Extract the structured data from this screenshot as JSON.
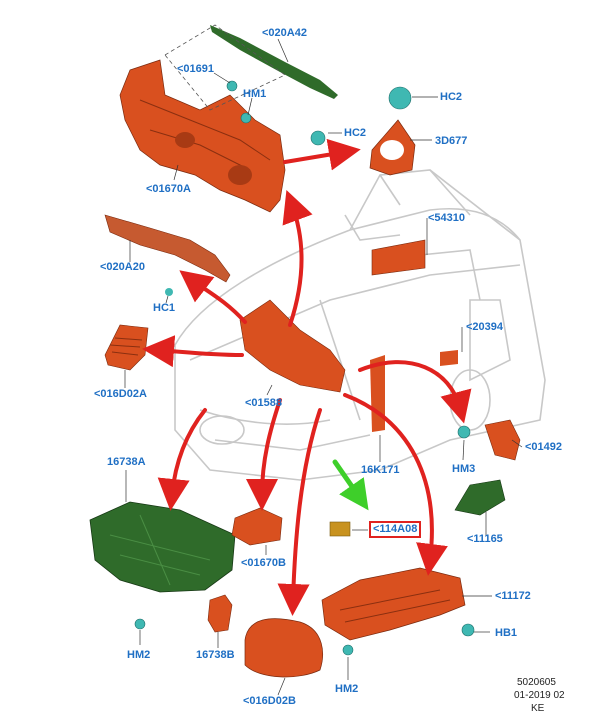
{
  "diagram": {
    "callouts": {
      "c020A42": "<020A42",
      "c01691": "<01691",
      "hm1": "HM1",
      "hc2_top": "HC2",
      "hc2_mid": "HC2",
      "c3D677": "3D677",
      "c01670A": "<01670A",
      "c54310": "<54310",
      "c020A20": "<020A20",
      "hc1": "HC1",
      "c20394": "<20394",
      "c016D02A": "<016D02A",
      "c01588": "<01588",
      "c01492": "<01492",
      "hm3": "HM3",
      "c16K171": "16K171",
      "c16738A": "16738A",
      "c11165": "<11165",
      "c114A08": "<114A08",
      "c01670B": "<01670B",
      "c11172": "<11172",
      "hb1": "HB1",
      "hm2_left": "HM2",
      "c16738B": "16738B",
      "c016D02B": "<016D02B",
      "hm2_right": "HM2"
    },
    "highlighted_callout": "<114A08",
    "footer": {
      "line1": "5020605",
      "line2": "01-2019 02",
      "line3": "KE"
    },
    "colors": {
      "part_orange": "#d9501f",
      "part_green": "#2f6b2a",
      "fastener_teal": "#3fb8b2",
      "arrow_red": "#e0221f",
      "pointer_green": "#3ecf2a",
      "label_blue": "#1f6fc4",
      "body_outline": "#c8c8c8"
    }
  }
}
